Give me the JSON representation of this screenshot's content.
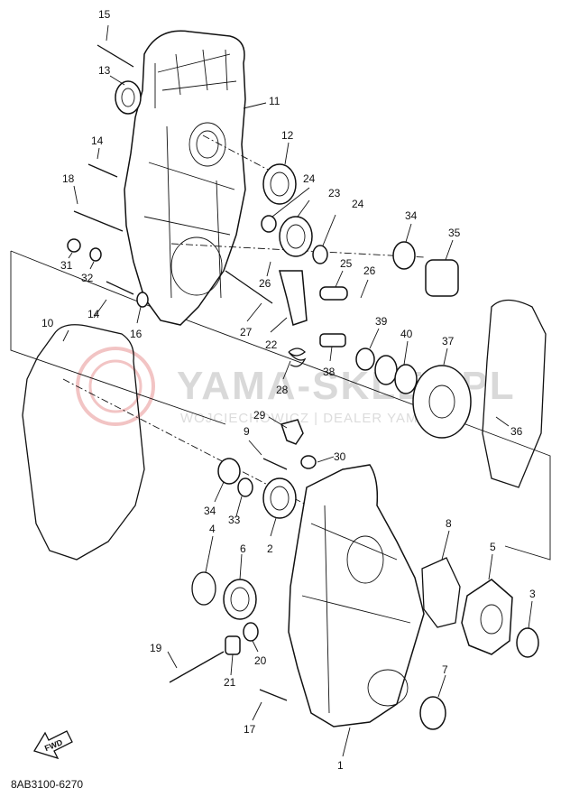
{
  "watermark": {
    "brand": "YAMA-SKLEP.PL",
    "subtitle": "WOJCIECHOWICZ | DEALER YAMAHA"
  },
  "fwd_label": "FWD",
  "drawing_code": "8AB3100-6270",
  "part_labels": [
    {
      "id": "p15",
      "text": "15"
    },
    {
      "id": "p13",
      "text": "13"
    },
    {
      "id": "p11",
      "text": "11"
    },
    {
      "id": "p12",
      "text": "12"
    },
    {
      "id": "p14a",
      "text": "14"
    },
    {
      "id": "p18",
      "text": "18"
    },
    {
      "id": "p24a",
      "text": "24"
    },
    {
      "id": "p23",
      "text": "23"
    },
    {
      "id": "p24b",
      "text": "24"
    },
    {
      "id": "p34a",
      "text": "34"
    },
    {
      "id": "p35",
      "text": "35"
    },
    {
      "id": "p31",
      "text": "31"
    },
    {
      "id": "p32",
      "text": "32"
    },
    {
      "id": "p26a",
      "text": "26"
    },
    {
      "id": "p25",
      "text": "25"
    },
    {
      "id": "p26b",
      "text": "26"
    },
    {
      "id": "p14b",
      "text": "14"
    },
    {
      "id": "p10",
      "text": "10"
    },
    {
      "id": "p16",
      "text": "16"
    },
    {
      "id": "p27",
      "text": "27"
    },
    {
      "id": "p22",
      "text": "22"
    },
    {
      "id": "p39",
      "text": "39"
    },
    {
      "id": "p40",
      "text": "40"
    },
    {
      "id": "p37",
      "text": "37"
    },
    {
      "id": "p38",
      "text": "38"
    },
    {
      "id": "p28",
      "text": "28"
    },
    {
      "id": "p29",
      "text": "29"
    },
    {
      "id": "p36",
      "text": "36"
    },
    {
      "id": "p9",
      "text": "9"
    },
    {
      "id": "p30",
      "text": "30"
    },
    {
      "id": "p34b",
      "text": "34"
    },
    {
      "id": "p33",
      "text": "33"
    },
    {
      "id": "p2",
      "text": "2"
    },
    {
      "id": "p4",
      "text": "4"
    },
    {
      "id": "p6",
      "text": "6"
    },
    {
      "id": "p8",
      "text": "8"
    },
    {
      "id": "p5",
      "text": "5"
    },
    {
      "id": "p3",
      "text": "3"
    },
    {
      "id": "p19",
      "text": "19"
    },
    {
      "id": "p21",
      "text": "21"
    },
    {
      "id": "p20",
      "text": "20"
    },
    {
      "id": "p7",
      "text": "7"
    },
    {
      "id": "p17",
      "text": "17"
    },
    {
      "id": "p1",
      "text": "1"
    }
  ]
}
